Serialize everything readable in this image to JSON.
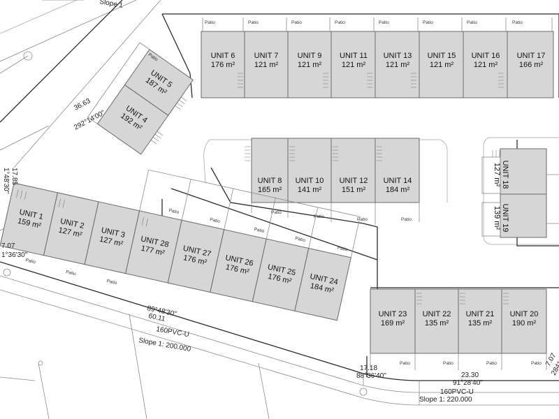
{
  "units": [
    {
      "name": "UNIT 6",
      "area": "176 m²"
    },
    {
      "name": "UNIT 7",
      "area": "121 m²"
    },
    {
      "name": "UNIT 9",
      "area": "121 m²"
    },
    {
      "name": "UNIT 11",
      "area": "121 m²"
    },
    {
      "name": "UNIT 13",
      "area": "121 m²"
    },
    {
      "name": "UNIT 15",
      "area": "121 m²"
    },
    {
      "name": "UNIT 16",
      "area": "121 m²"
    },
    {
      "name": "UNIT 17",
      "area": "166 m²"
    },
    {
      "name": "UNIT 8",
      "area": "165 m²"
    },
    {
      "name": "UNIT 10",
      "area": "141 m²"
    },
    {
      "name": "UNIT 12",
      "area": "151 m²"
    },
    {
      "name": "UNIT 14",
      "area": "184 m²"
    },
    {
      "name": "UNIT 5",
      "area": "187 m²"
    },
    {
      "name": "UNIT 4",
      "area": "192 m²"
    },
    {
      "name": "UNIT 1",
      "area": "159 m²"
    },
    {
      "name": "UNIT 2",
      "area": "127 m²"
    },
    {
      "name": "UNIT 3",
      "area": "127 m²"
    },
    {
      "name": "UNIT 28",
      "area": "177 m²"
    },
    {
      "name": "UNIT 27",
      "area": "176 m²"
    },
    {
      "name": "UNIT 26",
      "area": "176 m²"
    },
    {
      "name": "UNIT 25",
      "area": "176 m²"
    },
    {
      "name": "UNIT 24",
      "area": "184 m²"
    },
    {
      "name": "UNIT 23",
      "area": "169 m²"
    },
    {
      "name": "UNIT 22",
      "area": "135 m²"
    },
    {
      "name": "UNIT 21",
      "area": "135 m²"
    },
    {
      "name": "UNIT 20",
      "area": "190 m²"
    },
    {
      "name": "UNIT 18",
      "area": "127 m²"
    },
    {
      "name": "UNIT 19",
      "area": "139 m²"
    }
  ],
  "patio_label": "Patio",
  "dimensions": {
    "d1": "36.63",
    "d2": "292°14'00\"",
    "d3": "17.85",
    "d4": "1°48'30\"",
    "d5": "7.07",
    "d6": "1°36'30\"",
    "d7": "89°48'30\"",
    "d8": "60.11",
    "d9": "17.18",
    "d10": "88°36'40\"",
    "d11": "23.30",
    "d12": "91°28'40\"",
    "d13": "7.07",
    "d14": "284°"
  },
  "pipes": [
    {
      "label": "160PVC-U",
      "slope": "Slope 1: 200.000"
    },
    {
      "label": "160PVC-U",
      "slope": "Slope 1: 220.000"
    }
  ],
  "top_slope": "Slope 1"
}
